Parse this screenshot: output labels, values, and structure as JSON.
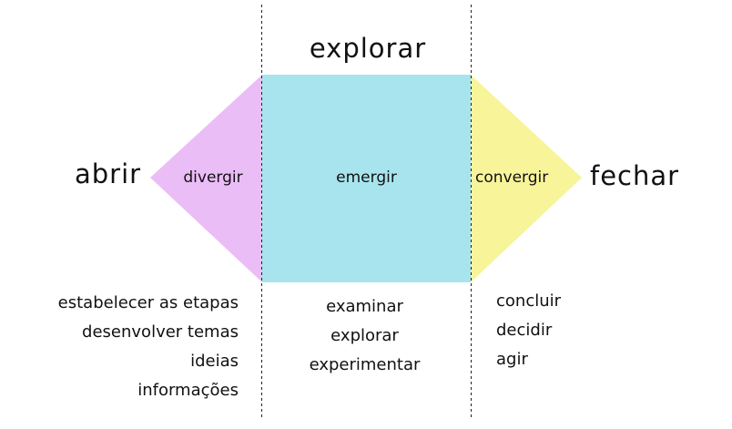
{
  "title": "explorar",
  "left_label": "abrir",
  "right_label": "fechar",
  "phases": {
    "diverge": {
      "label": "divergir",
      "color": "#ebbdf7"
    },
    "emerge": {
      "label": "emergir",
      "color": "#a8e4ee"
    },
    "converge": {
      "label": "convergir",
      "color": "#f7f49a"
    }
  },
  "lists": {
    "diverge": [
      "estabelecer as etapas",
      "desenvolver temas",
      "ideias",
      "informações"
    ],
    "emerge": [
      "examinar",
      "explorar",
      "experimentar"
    ],
    "converge": [
      "concluir",
      "decidir",
      "agir"
    ]
  }
}
